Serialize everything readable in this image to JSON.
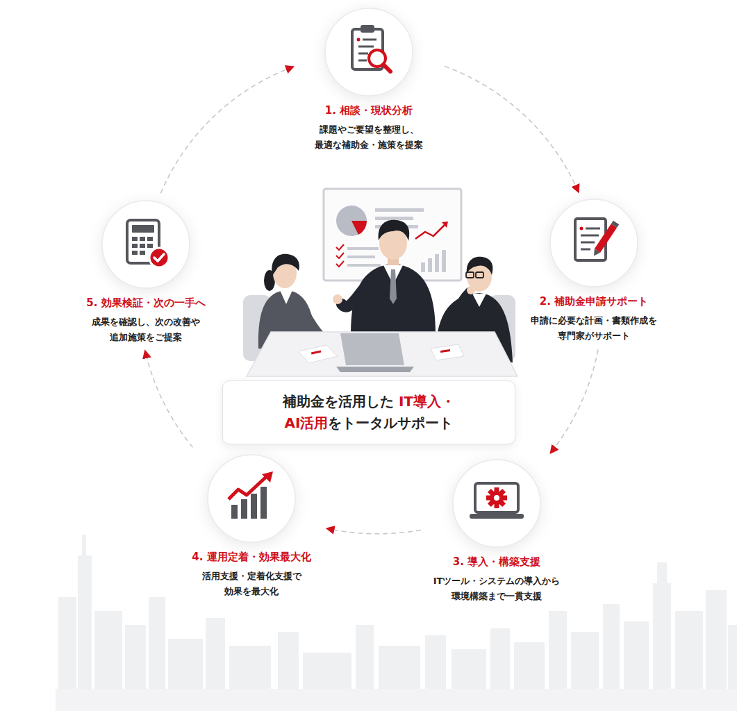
{
  "diagram": {
    "nodes": [
      {
        "text": [
          "1. 相談・現状分析",
          "課題やご要望を整理し、 最適な補助金・施策を提案"
        ]
      },
      {
        "text": [
          "2. 補助金申請サポート",
          "申請に必要な計画・書類作成を 専門家がサポート"
        ]
      },
      {
        "text": [
          "3. 導入・構築支援",
          "ITツール・システムの導入から 環境構築まで一貫支援"
        ]
      },
      {
        "text": [
          "4. 運用定着・効果最大化",
          "活用支援・定着化支援で 効果を最大化"
        ]
      },
      {
        "text": [
          "5. 効果検証・次の一手へ",
          "成果を確認し、次の改善や 追加施策をご提案"
        ]
      },
      {
        "text": [
          "補助金を活用した IT導入・AI活用をトータルサポート"
        ]
      }
    ],
    "edges": [
      {
        "from": 0,
        "to": 1,
        "arrow": "to"
      },
      {
        "from": 1,
        "to": 2,
        "arrow": "to"
      },
      {
        "from": 2,
        "to": 3,
        "arrow": "to"
      },
      {
        "from": 3,
        "to": 4,
        "arrow": "to"
      },
      {
        "from": 4,
        "to": 0,
        "arrow": "to"
      }
    ]
  }
}
